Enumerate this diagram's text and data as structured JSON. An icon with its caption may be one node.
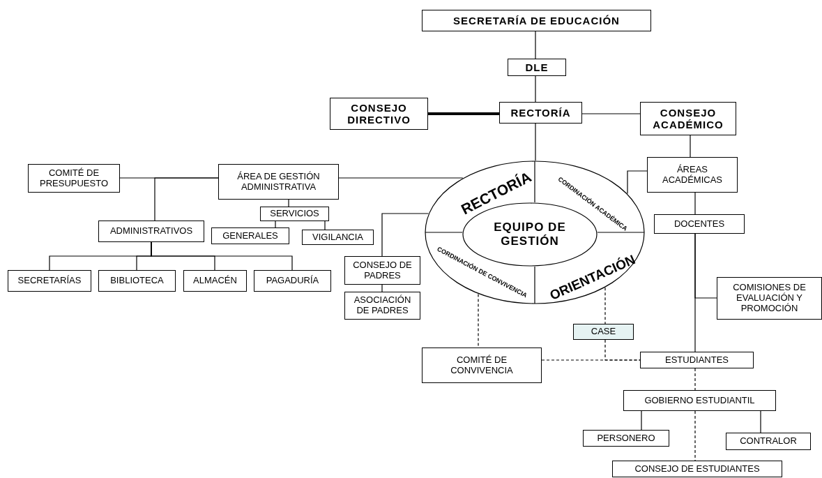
{
  "diagram": {
    "nodes": [
      {
        "text": [
          "SECRETARÍA DE EDUCACIÓN"
        ]
      },
      {
        "text": [
          "DLE"
        ]
      },
      {
        "text": [
          "CONSEJO DIRECTIVO"
        ]
      },
      {
        "text": [
          "RECTORÍA"
        ]
      },
      {
        "text": [
          "CONSEJO ACADÉMICO"
        ]
      },
      {
        "text": [
          "RECTORÍA",
          "CORDINACIÓN ACADÉMICA",
          "CORDINACIÓN DE CONVIVENCIA",
          "ORIENTACIÓN"
        ]
      },
      {
        "text": [
          "EQUIPO DE GESTIÓN"
        ],
        "in": 5
      },
      {
        "text": [
          "COMITÉ DE PRESUPUESTO"
        ]
      },
      {
        "text": [
          "ÁREA DE GESTIÓN ADMINISTRATIVA"
        ]
      },
      {
        "text": [
          "SERVICIOS"
        ]
      },
      {
        "text": [
          "ADMINISTRATIVOS"
        ]
      },
      {
        "text": [
          "GENERALES"
        ]
      },
      {
        "text": [
          "VIGILANCIA"
        ]
      },
      {
        "text": [
          "SECRETARÍAS"
        ]
      },
      {
        "text": [
          "BIBLIOTECA"
        ]
      },
      {
        "text": [
          "ALMACÉN"
        ]
      },
      {
        "text": [
          "PAGADURÍA"
        ]
      },
      {
        "text": [
          "CONSEJO DE PADRES"
        ]
      },
      {
        "text": [
          "ASOCIACIÓN DE PADRES"
        ]
      },
      {
        "text": [
          "ÁREAS ACADÉMICAS"
        ]
      },
      {
        "text": [
          "DOCENTES"
        ]
      },
      {
        "text": [
          "COMISIONES DE EVALUACIÓN Y PROMOCIÓN"
        ]
      },
      {
        "text": [
          "CASE"
        ]
      },
      {
        "text": [
          "COMITÉ DE CONVIVENCIA"
        ]
      },
      {
        "text": [
          "ESTUDIANTES"
        ]
      },
      {
        "text": [
          "GOBIERNO ESTUDIANTIL"
        ]
      },
      {
        "text": [
          "PERSONERO"
        ]
      },
      {
        "text": [
          "CONTRALOR"
        ]
      },
      {
        "text": [
          "CONSEJO DE ESTUDIANTES"
        ]
      }
    ],
    "edges": [
      {
        "from": 0,
        "to": 1,
        "arrow": "none"
      },
      {
        "from": 1,
        "to": 3,
        "arrow": "none"
      },
      {
        "from": 3,
        "to": 2,
        "arrow": "none",
        "style": "thick"
      },
      {
        "from": 3,
        "to": 4,
        "arrow": "none"
      },
      {
        "from": 3,
        "to": 5,
        "arrow": "none"
      },
      {
        "from": 5,
        "to": 8,
        "arrow": "none"
      },
      {
        "from": 8,
        "to": 7,
        "arrow": "none"
      },
      {
        "from": 8,
        "to": 10,
        "arrow": "none"
      },
      {
        "from": 8,
        "to": 9,
        "arrow": "none"
      },
      {
        "from": 9,
        "to": 11,
        "arrow": "none"
      },
      {
        "from": 9,
        "to": 12,
        "arrow": "none"
      },
      {
        "from": 10,
        "to": 13,
        "arrow": "none"
      },
      {
        "from": 10,
        "to": 14,
        "arrow": "none"
      },
      {
        "from": 10,
        "to": 15,
        "arrow": "none"
      },
      {
        "from": 10,
        "to": 16,
        "arrow": "none"
      },
      {
        "from": 5,
        "to": 17,
        "arrow": "none"
      },
      {
        "from": 17,
        "to": 18,
        "arrow": "none"
      },
      {
        "from": 5,
        "to": 19,
        "arrow": "none"
      },
      {
        "from": 4,
        "to": 19,
        "arrow": "none"
      },
      {
        "from": 19,
        "to": 20,
        "arrow": "none"
      },
      {
        "from": 20,
        "to": 24,
        "arrow": "none"
      },
      {
        "from": 20,
        "to": 21,
        "arrow": "none"
      },
      {
        "from": 5,
        "to": 23,
        "arrow": "none",
        "style": "dashed"
      },
      {
        "from": 5,
        "to": 22,
        "arrow": "none",
        "style": "dashed"
      },
      {
        "from": 22,
        "to": 24,
        "arrow": "none",
        "style": "dashed"
      },
      {
        "from": 23,
        "to": 24,
        "arrow": "none",
        "style": "dashed"
      },
      {
        "from": 24,
        "to": 25,
        "arrow": "none",
        "style": "dashed"
      },
      {
        "from": 25,
        "to": 26,
        "arrow": "none"
      },
      {
        "from": 25,
        "to": 27,
        "arrow": "none"
      },
      {
        "from": 25,
        "to": 28,
        "arrow": "none",
        "style": "dashed"
      }
    ]
  }
}
